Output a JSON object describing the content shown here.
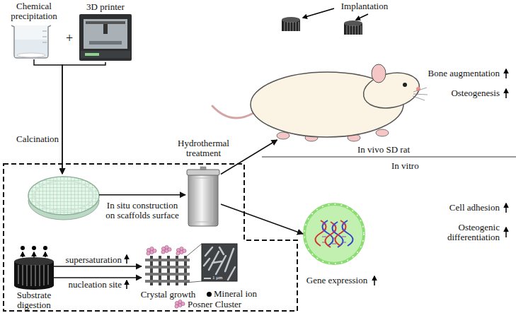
{
  "diagram": {
    "nodes": [
      {
        "text": [
          "Chemical precipitation"
        ]
      },
      {
        "text": [
          "3D printer"
        ]
      },
      {
        "text": [
          "In situ construction on scaffolds surface"
        ]
      },
      {
        "text": [
          "Hydrothermal treatment"
        ]
      },
      {
        "text": [
          "Implantation"
        ]
      },
      {
        "text": [
          "Gene expression"
        ]
      },
      {
        "text": [
          "Substrate digestion"
        ]
      },
      {
        "text": [
          "Crystal growth"
        ]
      }
    ],
    "edges": [
      {
        "from": 0,
        "to": 2,
        "arrow": "to",
        "label": "Calcination"
      },
      {
        "from": 1,
        "to": 2,
        "arrow": "to"
      },
      {
        "from": 2,
        "to": 3,
        "arrow": "to"
      },
      {
        "from": 3,
        "to": 4,
        "arrow": "to"
      },
      {
        "from": 3,
        "to": 5,
        "arrow": "to"
      },
      {
        "from": 6,
        "to": 7,
        "arrow": "to",
        "label": "supersaturation"
      },
      {
        "from": 6,
        "to": 7,
        "arrow": "to",
        "label": "nucleation site"
      }
    ],
    "labels": [
      "+",
      "Bone augmentation",
      "Osteogenesis",
      "In vivo SD rat",
      "In vitro",
      "Cell adhesion",
      "Osteogenic differentiation",
      "1 μm"
    ],
    "legend": [
      {
        "text": "Mineral ion",
        "color": "#000000"
      },
      {
        "text": "Posner Cluster"
      }
    ]
  }
}
